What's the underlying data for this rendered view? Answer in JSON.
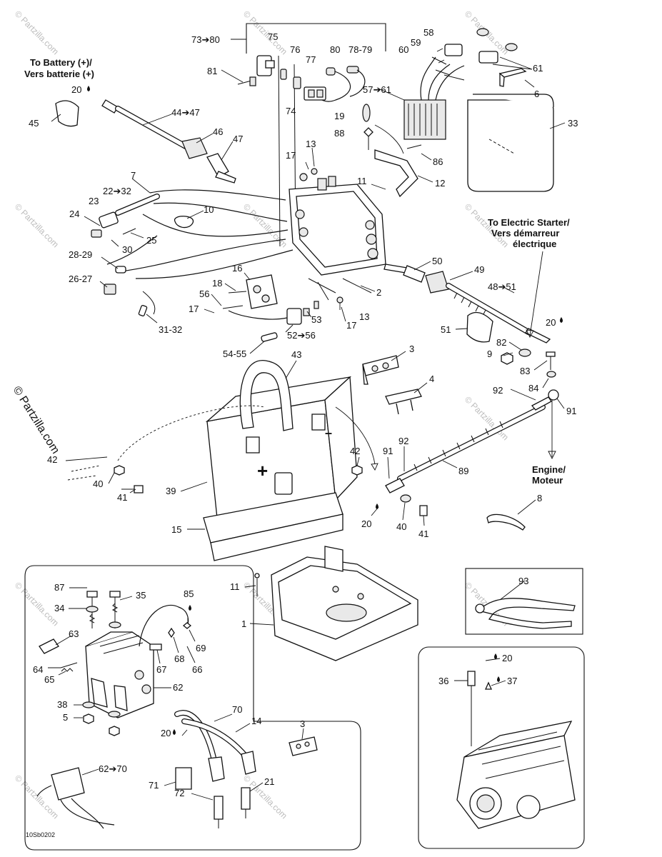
{
  "callouts": [
    {
      "text": "73➔80"
    },
    {
      "text": "75"
    },
    {
      "text": "76"
    },
    {
      "text": "77"
    },
    {
      "text": "80"
    },
    {
      "text": "78-79"
    },
    {
      "text": "81"
    },
    {
      "text": "74"
    },
    {
      "text": "58"
    },
    {
      "text": "59"
    },
    {
      "text": "60"
    },
    {
      "text": "61"
    },
    {
      "text": "6"
    },
    {
      "text": "57➔61"
    },
    {
      "text": "33"
    },
    {
      "text": "19"
    },
    {
      "text": "88"
    },
    {
      "text": "86"
    },
    {
      "text": "12"
    },
    {
      "text": "17"
    },
    {
      "text": "13"
    },
    {
      "text": "11"
    },
    {
      "text": "20"
    },
    {
      "text": "45"
    },
    {
      "text": "44➔47"
    },
    {
      "text": "46"
    },
    {
      "text": "47"
    },
    {
      "text": "7"
    },
    {
      "text": "22➔32"
    },
    {
      "text": "23"
    },
    {
      "text": "10"
    },
    {
      "text": "24"
    },
    {
      "text": "25"
    },
    {
      "text": "30"
    },
    {
      "text": "28-29"
    },
    {
      "text": "26-27"
    },
    {
      "text": "16"
    },
    {
      "text": "18"
    },
    {
      "text": "56"
    },
    {
      "text": "17"
    },
    {
      "text": "31-32"
    },
    {
      "text": "53"
    },
    {
      "text": "13"
    },
    {
      "text": "17"
    },
    {
      "text": "52➔56"
    },
    {
      "text": "54-55"
    },
    {
      "text": "2"
    },
    {
      "text": "50"
    },
    {
      "text": "49"
    },
    {
      "text": "48➔51"
    },
    {
      "text": "51"
    },
    {
      "text": "82"
    },
    {
      "text": "9"
    },
    {
      "text": "83"
    },
    {
      "text": "84"
    },
    {
      "text": "20"
    },
    {
      "text": "92"
    },
    {
      "text": "91"
    },
    {
      "text": "43"
    },
    {
      "text": "3"
    },
    {
      "text": "4"
    },
    {
      "text": "42"
    },
    {
      "text": "40"
    },
    {
      "text": "41"
    },
    {
      "text": "39"
    },
    {
      "text": "92"
    },
    {
      "text": "42"
    },
    {
      "text": "91"
    },
    {
      "text": "89"
    },
    {
      "text": "20"
    },
    {
      "text": "40"
    },
    {
      "text": "41"
    },
    {
      "text": "15"
    },
    {
      "text": "8"
    },
    {
      "text": "11"
    },
    {
      "text": "1"
    },
    {
      "text": "93"
    },
    {
      "text": "87"
    },
    {
      "text": "35"
    },
    {
      "text": "85"
    },
    {
      "text": "34"
    },
    {
      "text": "69"
    },
    {
      "text": "63"
    },
    {
      "text": "67"
    },
    {
      "text": "68"
    },
    {
      "text": "66"
    },
    {
      "text": "64"
    },
    {
      "text": "65"
    },
    {
      "text": "62"
    },
    {
      "text": "38"
    },
    {
      "text": "5"
    },
    {
      "text": "70"
    },
    {
      "text": "14"
    },
    {
      "text": "20"
    },
    {
      "text": "3"
    },
    {
      "text": "62➔70"
    },
    {
      "text": "71"
    },
    {
      "text": "72"
    },
    {
      "text": "21"
    },
    {
      "text": "20"
    },
    {
      "text": "36"
    },
    {
      "text": "37"
    }
  ],
  "captions": {
    "battery": [
      "To Battery (+)/",
      "Vers batterie (+)"
    ],
    "starter": [
      "To Electric Starter/",
      "Vers démarreur",
      "électrique"
    ],
    "engine": [
      "Engine/",
      "Moteur"
    ]
  },
  "watermark": "© Partzilla.com",
  "side_watermark": "© Partzilla.com",
  "drawing_code": "10Sb0202"
}
